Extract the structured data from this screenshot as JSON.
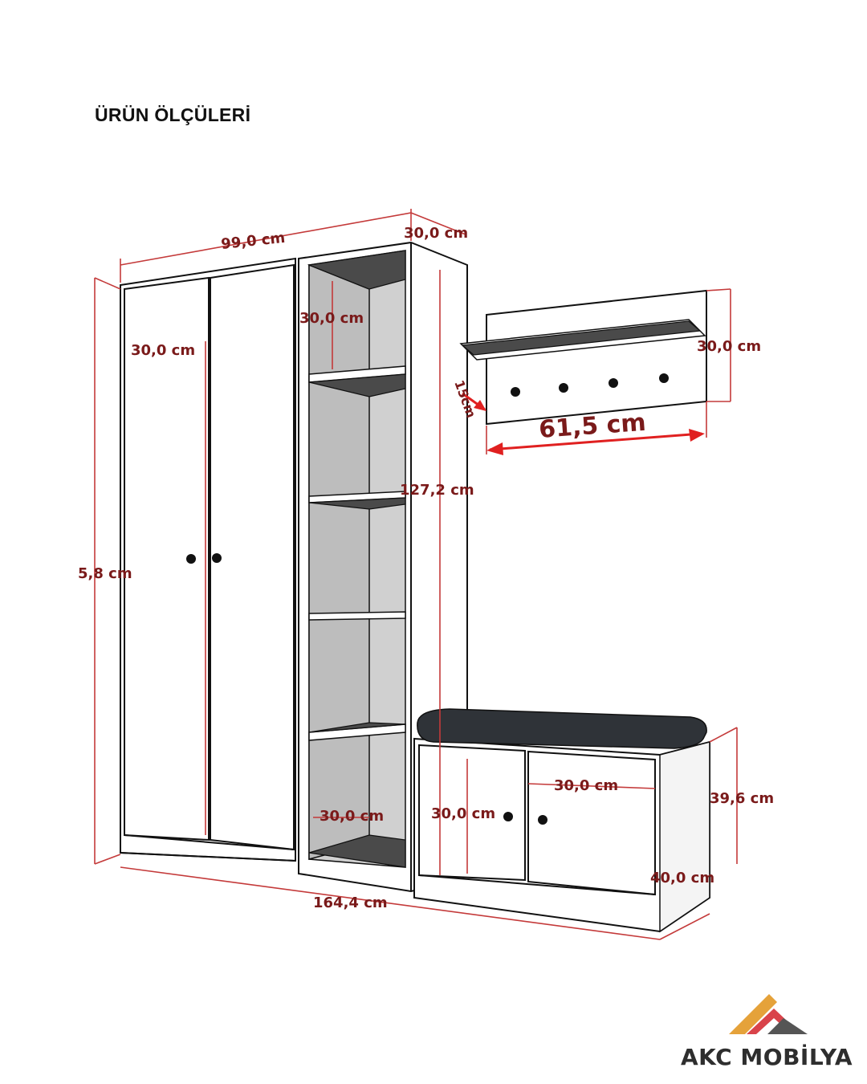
{
  "title": "ÜRÜN ÖLÇÜLERİ",
  "brand": {
    "name": "AKC MOBİLYA",
    "colors": {
      "orange": "#e5a23a",
      "red": "#d9434a",
      "gray": "#555555"
    }
  },
  "dimensions": {
    "wardrobe_width": "99,0 cm",
    "top_depth": "30,0 cm",
    "shelf_height_top": "30,0 cm",
    "door_depth": "30,0 cm",
    "total_height": "5,8 cm",
    "shelf_tower_height": "127,2 cm",
    "total_width": "164,4 cm",
    "shelf_bottom_depth": "30,0 cm",
    "bench_door_left": "30,0 cm",
    "bench_door_right": "30,0 cm",
    "bench_height": "39,6 cm",
    "bench_depth": "40,0 cm",
    "hanger_height": "30,0 cm",
    "hanger_shelf_depth": "15cm",
    "hanger_width": "61,5 cm"
  },
  "colors": {
    "dimension_line": "#c43a3a",
    "dimension_text": "#7a1a1a",
    "cushion": "#2f3338"
  }
}
